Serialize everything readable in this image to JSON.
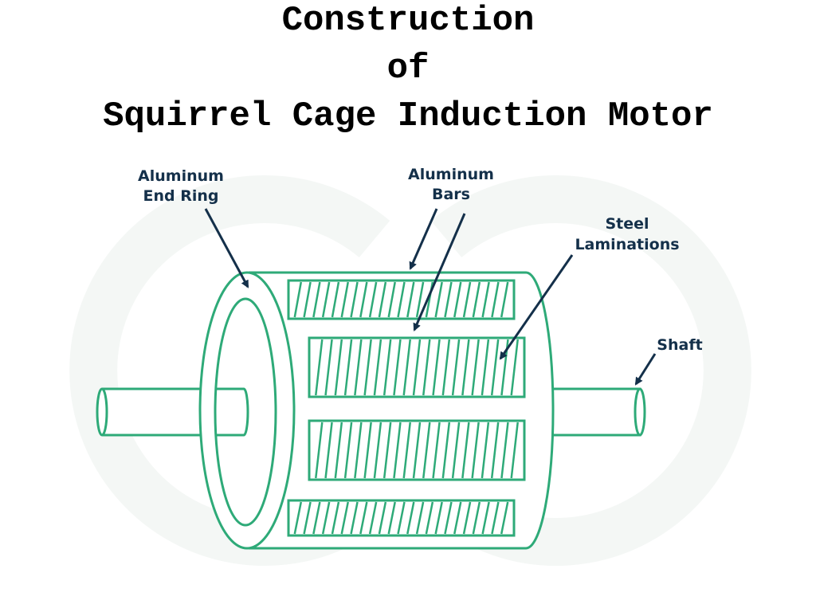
{
  "title": {
    "line1": "Construction",
    "line2": "of",
    "line3": "Squirrel Cage Induction Motor"
  },
  "labels": {
    "end_ring_line1": "Aluminum",
    "end_ring_line2": "End Ring",
    "bars_line1": "Aluminum",
    "bars_line2": "Bars",
    "laminations_line1": "Steel",
    "laminations_line2": "Laminations",
    "shaft": "Shaft"
  },
  "colors": {
    "outline": "#2eaa78",
    "label_text": "#14304a",
    "arrow": "#14304a",
    "watermark": "#f4f7f5"
  }
}
